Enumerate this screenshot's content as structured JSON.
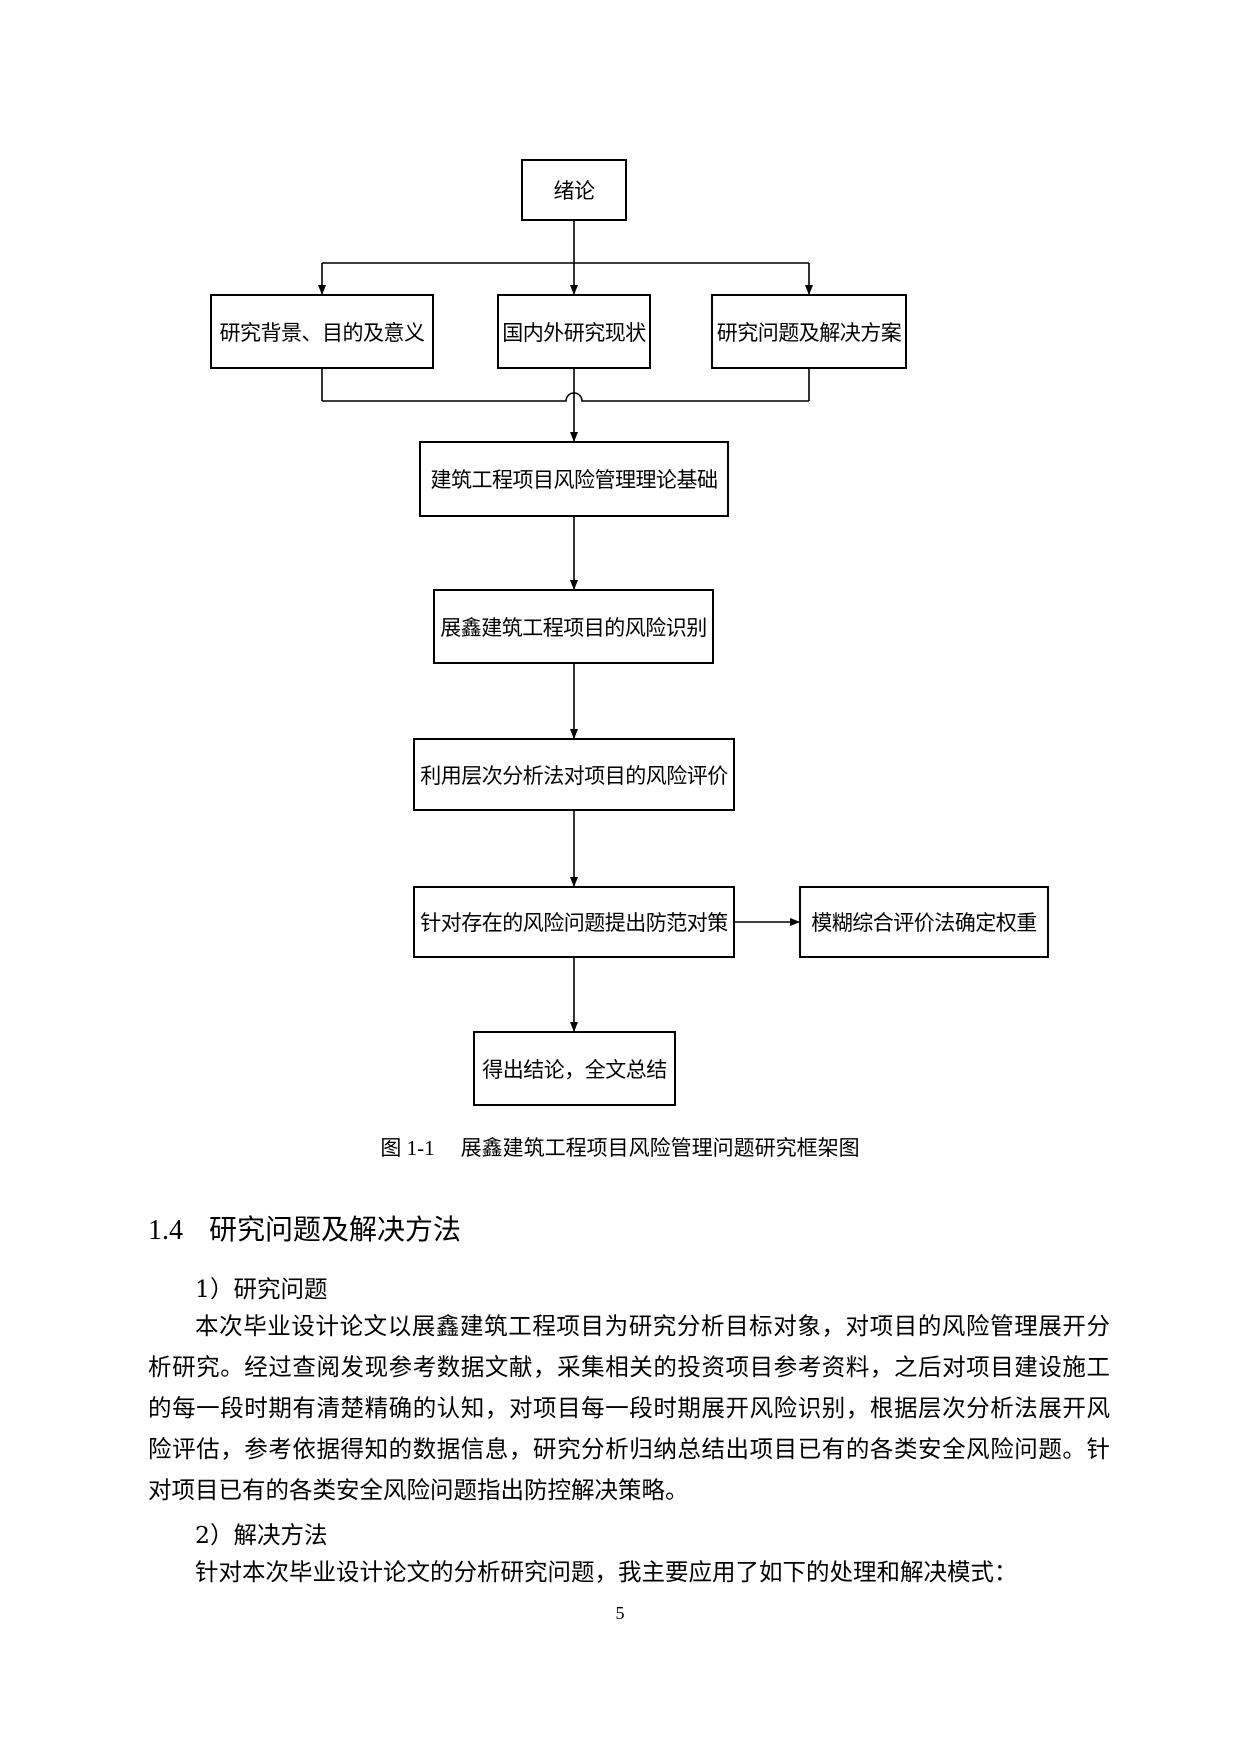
{
  "flowchart": {
    "intro": "绪论",
    "background": "研究背景、目的及意义",
    "status": "国内外研究现状",
    "problems": "研究问题及解决方案",
    "theory": "建筑工程项目风险管理理论基础",
    "identification": "展鑫建筑工程项目的风险识别",
    "evaluation": "利用层次分析法对项目的风险评价",
    "countermeasures": "针对存在的风险问题提出防范对策",
    "fuzzy": "模糊综合评价法确定权重",
    "conclusion": "得出结论，全文总结"
  },
  "figure": {
    "number": "图 1-1",
    "title": "展鑫建筑工程项目风险管理问题研究框架图"
  },
  "section": {
    "number": "1.4",
    "title": "研究问题及解决方法"
  },
  "subsection1": "1）研究问题",
  "paragraph1": "本次毕业设计论文以展鑫建筑工程项目为研究分析目标对象，对项目的风险管理展开分析研究。经过查阅发现参考数据文献，采集相关的投资项目参考资料，之后对项目建设施工的每一段时期有清楚精确的认知，对项目每一段时期展开风险识别，根据层次分析法展开风险评估，参考依据得知的数据信息，研究分析归纳总结出项目已有的各类安全风险问题。针对项目已有的各类安全风险问题指出防控解决策略。",
  "subsection2": "2）解决方法",
  "paragraph2": "针对本次毕业设计论文的分析研究问题，我主要应用了如下的处理和解决模式：",
  "page_number": "5"
}
